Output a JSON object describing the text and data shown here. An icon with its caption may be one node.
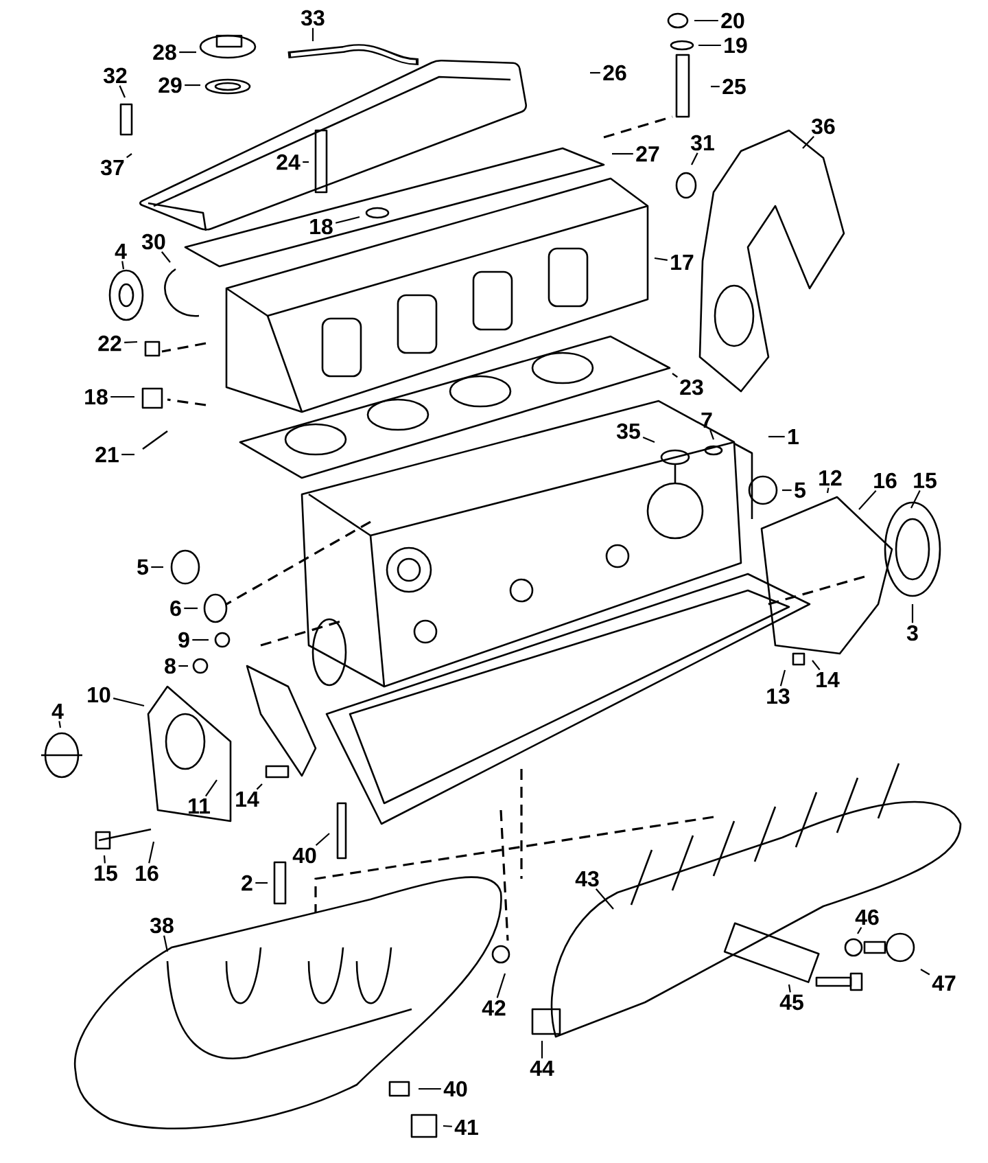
{
  "diagram": {
    "nodes": [
      {
        "text": [
          "33"
        ]
      },
      {
        "text": [
          "20"
        ]
      },
      {
        "text": [
          "19"
        ]
      },
      {
        "text": [
          "28"
        ]
      },
      {
        "text": [
          "32"
        ]
      },
      {
        "text": [
          "26"
        ]
      },
      {
        "text": [
          "29"
        ]
      },
      {
        "text": [
          "25"
        ]
      },
      {
        "text": [
          "36"
        ]
      },
      {
        "text": [
          "27"
        ]
      },
      {
        "text": [
          "24"
        ]
      },
      {
        "text": [
          "37"
        ]
      },
      {
        "text": [
          "31"
        ]
      },
      {
        "text": [
          "18"
        ]
      },
      {
        "text": [
          "30"
        ]
      },
      {
        "text": [
          "4"
        ]
      },
      {
        "text": [
          "17"
        ]
      },
      {
        "text": [
          "22"
        ]
      },
      {
        "text": [
          "18"
        ]
      },
      {
        "text": [
          "23"
        ]
      },
      {
        "text": [
          "7"
        ]
      },
      {
        "text": [
          "1"
        ]
      },
      {
        "text": [
          "21"
        ]
      },
      {
        "text": [
          "35"
        ]
      },
      {
        "text": [
          "12"
        ]
      },
      {
        "text": [
          "16"
        ]
      },
      {
        "text": [
          "15"
        ]
      },
      {
        "text": [
          "5"
        ]
      },
      {
        "text": [
          "5"
        ]
      },
      {
        "text": [
          "6"
        ]
      },
      {
        "text": [
          "3"
        ]
      },
      {
        "text": [
          "9"
        ]
      },
      {
        "text": [
          "8"
        ]
      },
      {
        "text": [
          "14"
        ]
      },
      {
        "text": [
          "10"
        ]
      },
      {
        "text": [
          "13"
        ]
      },
      {
        "text": [
          "4"
        ]
      },
      {
        "text": [
          "14"
        ]
      },
      {
        "text": [
          "11"
        ]
      },
      {
        "text": [
          "15"
        ]
      },
      {
        "text": [
          "16"
        ]
      },
      {
        "text": [
          "40"
        ]
      },
      {
        "text": [
          "43"
        ]
      },
      {
        "text": [
          "2"
        ]
      },
      {
        "text": [
          "46"
        ]
      },
      {
        "text": [
          "38"
        ]
      },
      {
        "text": [
          "47"
        ]
      },
      {
        "text": [
          "42"
        ]
      },
      {
        "text": [
          "45"
        ]
      },
      {
        "text": [
          "44"
        ]
      },
      {
        "text": [
          "40"
        ]
      },
      {
        "text": [
          "41"
        ]
      }
    ],
    "edges": [
      {
        "from": 0,
        "to": null,
        "arrow": "none"
      },
      {
        "from": 1,
        "to": null,
        "arrow": "none"
      },
      {
        "from": 2,
        "to": null,
        "arrow": "none"
      },
      {
        "from": 3,
        "to": null,
        "arrow": "none"
      },
      {
        "from": 4,
        "to": null,
        "arrow": "none"
      },
      {
        "from": 5,
        "to": null,
        "arrow": "none"
      },
      {
        "from": 6,
        "to": null,
        "arrow": "none"
      },
      {
        "from": 7,
        "to": null,
        "arrow": "none"
      },
      {
        "from": 8,
        "to": null,
        "arrow": "none"
      },
      {
        "from": 9,
        "to": null,
        "arrow": "none"
      },
      {
        "from": 10,
        "to": null,
        "arrow": "none"
      },
      {
        "from": 11,
        "to": null,
        "arrow": "none"
      },
      {
        "from": 12,
        "to": null,
        "arrow": "none"
      },
      {
        "from": 13,
        "to": null,
        "arrow": "none"
      },
      {
        "from": 14,
        "to": null,
        "arrow": "none"
      },
      {
        "from": 15,
        "to": null,
        "arrow": "none"
      },
      {
        "from": 16,
        "to": null,
        "arrow": "none"
      },
      {
        "from": 17,
        "to": null,
        "arrow": "none"
      },
      {
        "from": 18,
        "to": null,
        "arrow": "none"
      },
      {
        "from": 19,
        "to": null,
        "arrow": "none"
      },
      {
        "from": 20,
        "to": null,
        "arrow": "none"
      },
      {
        "from": 21,
        "to": null,
        "arrow": "none"
      },
      {
        "from": 22,
        "to": null,
        "arrow": "none"
      },
      {
        "from": 23,
        "to": null,
        "arrow": "none"
      },
      {
        "from": 24,
        "to": null,
        "arrow": "none"
      },
      {
        "from": 25,
        "to": null,
        "arrow": "none"
      },
      {
        "from": 26,
        "to": null,
        "arrow": "none"
      },
      {
        "from": 27,
        "to": null,
        "arrow": "none"
      },
      {
        "from": 28,
        "to": null,
        "arrow": "none"
      },
      {
        "from": 29,
        "to": null,
        "arrow": "none"
      },
      {
        "from": 30,
        "to": null,
        "arrow": "none"
      },
      {
        "from": 31,
        "to": null,
        "arrow": "none"
      },
      {
        "from": 32,
        "to": null,
        "arrow": "none"
      },
      {
        "from": 33,
        "to": null,
        "arrow": "none"
      },
      {
        "from": 34,
        "to": null,
        "arrow": "none"
      },
      {
        "from": 35,
        "to": null,
        "arrow": "none"
      },
      {
        "from": 36,
        "to": null,
        "arrow": "none"
      },
      {
        "from": 37,
        "to": null,
        "arrow": "none"
      },
      {
        "from": 38,
        "to": null,
        "arrow": "none"
      },
      {
        "from": 39,
        "to": null,
        "arrow": "none"
      },
      {
        "from": 40,
        "to": null,
        "arrow": "none"
      },
      {
        "from": 41,
        "to": null,
        "arrow": "none"
      },
      {
        "from": 42,
        "to": null,
        "arrow": "none"
      },
      {
        "from": 43,
        "to": null,
        "arrow": "none"
      },
      {
        "from": 44,
        "to": null,
        "arrow": "none"
      },
      {
        "from": 45,
        "to": null,
        "arrow": "none"
      },
      {
        "from": 46,
        "to": null,
        "arrow": "none"
      },
      {
        "from": 47,
        "to": null,
        "arrow": "none"
      },
      {
        "from": 48,
        "to": null,
        "arrow": "none"
      },
      {
        "from": 49,
        "to": null,
        "arrow": "none"
      },
      {
        "from": 50,
        "to": null,
        "arrow": "none"
      },
      {
        "from": 51,
        "to": null,
        "arrow": "none"
      }
    ]
  }
}
